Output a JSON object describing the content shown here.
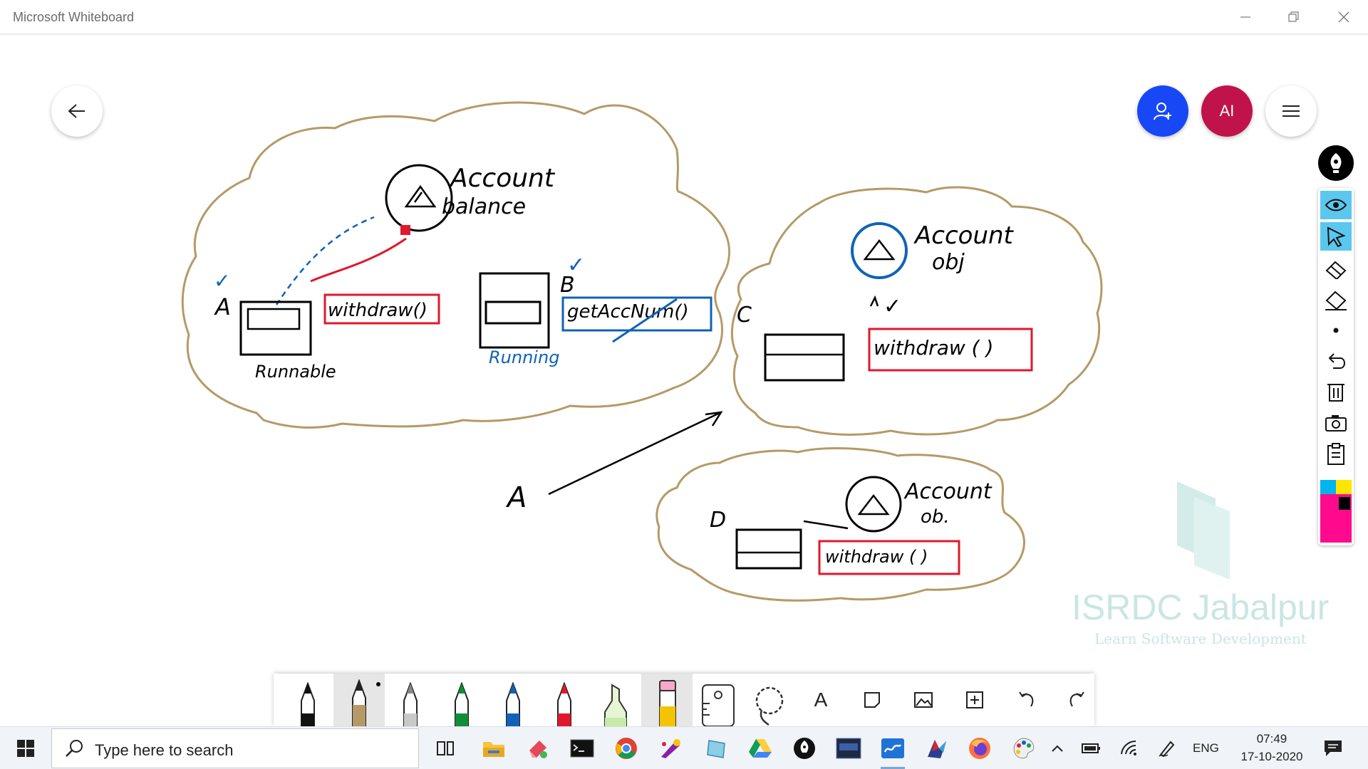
{
  "window": {
    "title": "Microsoft Whiteboard",
    "controls": [
      "minimize",
      "restore",
      "close"
    ]
  },
  "header": {
    "avatar_initials": "AI",
    "back_icon": "arrow-left-icon",
    "share_icon": "add-person-icon",
    "menu_icon": "hamburger-icon"
  },
  "board": {
    "cloud_a": {
      "object_title": "Account",
      "object_subtitle": "balance",
      "thread_a_label": "A",
      "thread_b_label": "B",
      "method_a": "withdraw()",
      "method_b": "getAccNum()",
      "state_a": "Runnable",
      "state_b": "Running"
    },
    "cloud_c": {
      "object_title": "Account",
      "object_subtitle": "obj",
      "thread_label": "C",
      "method": "withdraw ( )"
    },
    "cloud_d": {
      "object_title": "Account",
      "object_subtitle": "ob.",
      "thread_label": "D",
      "method": "withdraw ( )"
    },
    "star_label": "A"
  },
  "watermark": {
    "title": "ISRDC Jabalpur",
    "tagline": "Learn Software Development"
  },
  "palette": {
    "items": [
      "eye-icon",
      "select-icon",
      "eraser-icon",
      "clear-eraser-icon",
      "dot-icon",
      "undo-icon",
      "delete-icon",
      "camera-icon",
      "clipboard-icon"
    ],
    "colors": [
      "#00b4f0",
      "#ffe600",
      "#ff0a8c",
      "#000000"
    ]
  },
  "toolbar": {
    "tools": [
      "black-pen",
      "gold-pen",
      "silver-pen",
      "green-pen",
      "blue-pen",
      "red-pen",
      "green-highlighter",
      "yellow-highlighter",
      "ruler",
      "lasso",
      "text",
      "sticky-note",
      "image",
      "insert",
      "undo",
      "redo"
    ],
    "text_tool_label": "A"
  },
  "colors": {
    "ink_red": "#e0182d",
    "ink_blue": "#1062b8",
    "cloud_outline": "#b59a67",
    "avatar": "#c0134b",
    "share": "#1847f5"
  },
  "taskbar": {
    "search_placeholder": "Type here to search",
    "language": "ENG",
    "time": "07:49",
    "date": "17-10-2020"
  }
}
